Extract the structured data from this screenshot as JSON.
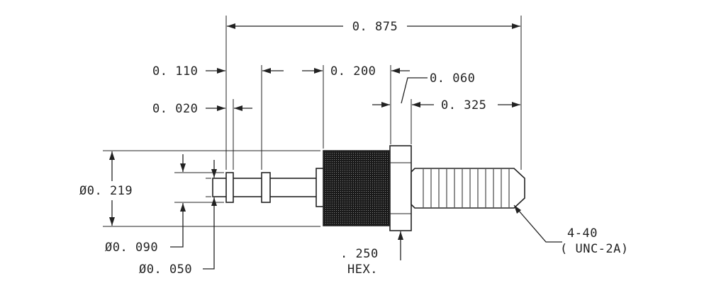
{
  "drawing": {
    "overall_length": "0. 875",
    "pin_to_flange": "0. 110",
    "hex_width": "0. 200",
    "flange_thickness": "0. 060",
    "ring_thickness": "0. 020",
    "thread_length": "0. 325",
    "body_diameter": "Ø0. 219",
    "ring_diameter": "Ø0. 090",
    "pin_diameter": "Ø0. 050",
    "hex_size_line1": ". 250",
    "hex_size_line2": "HEX.",
    "thread_spec_line1": "4-40",
    "thread_spec_line2": "( UNC-2A)"
  }
}
